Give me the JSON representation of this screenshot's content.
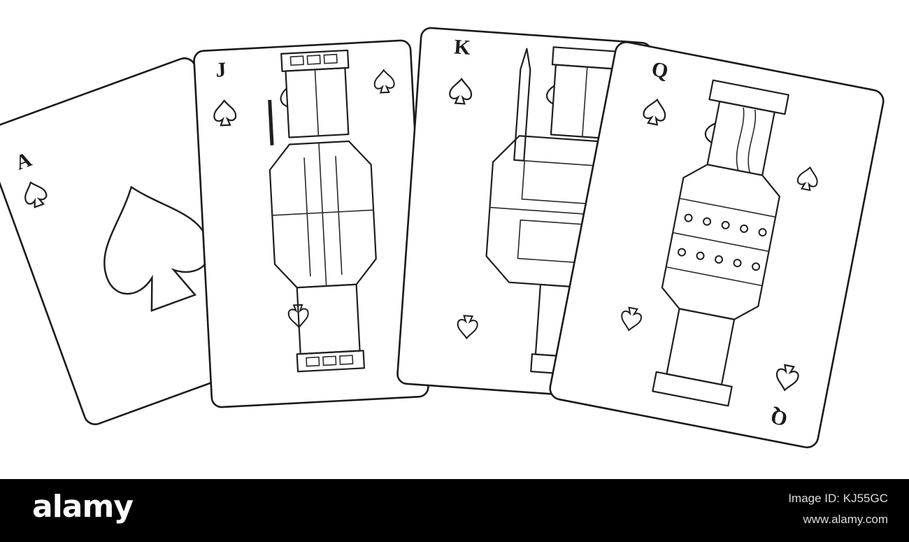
{
  "cards": [
    {
      "rank": "A",
      "suit": "spade"
    },
    {
      "rank": "J",
      "suit": "spade"
    },
    {
      "rank": "K",
      "suit": "spade"
    },
    {
      "rank": "Q",
      "suit": "spade"
    }
  ],
  "watermark": {
    "logo": "alamy",
    "code": "Image ID: KJ55GC",
    "url": "www.alamy.com"
  },
  "colors": {
    "ink": "#1f1f1f",
    "card": "#ffffff",
    "footer": "#000000"
  }
}
